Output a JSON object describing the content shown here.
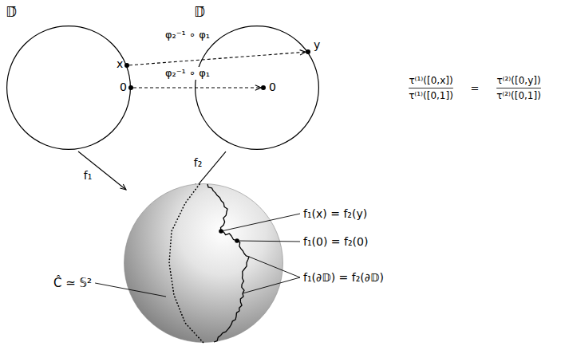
{
  "diagram": {
    "nodes": [
      {
        "text": [
          "𝔻̄"
        ]
      },
      {
        "text": [
          "x"
        ],
        "in": 0
      },
      {
        "text": [
          "0"
        ],
        "in": 0
      },
      {
        "text": [
          "𝔻̄"
        ]
      },
      {
        "text": [
          "y"
        ],
        "in": 3
      },
      {
        "text": [
          "0"
        ],
        "in": 3
      },
      {
        "text": [
          "Ĉ ≃ 𝕊²"
        ]
      }
    ],
    "edges": [
      {
        "from": 1,
        "to": 4,
        "arrow": "to",
        "label": "φ₂⁻¹ ∘ φ₁"
      },
      {
        "from": 2,
        "to": 5,
        "arrow": "to",
        "label": "φ₂⁻¹ ∘ φ₁"
      },
      {
        "from": 0,
        "to": 6,
        "arrow": "to",
        "label": "f₁"
      },
      {
        "from": 3,
        "to": 6,
        "arrow": "to",
        "label": "f₂"
      }
    ],
    "labels": [
      "τ⁽¹⁾([0,x])",
      "τ⁽¹⁾([0,1])",
      "=",
      "τ⁽²⁾([0,y])",
      "τ⁽²⁾([0,1])",
      "f₁(x) = f₂(y)",
      "f₁(0) = f₂(0)",
      "f₁(∂𝔻) = f₂(∂𝔻)"
    ]
  }
}
